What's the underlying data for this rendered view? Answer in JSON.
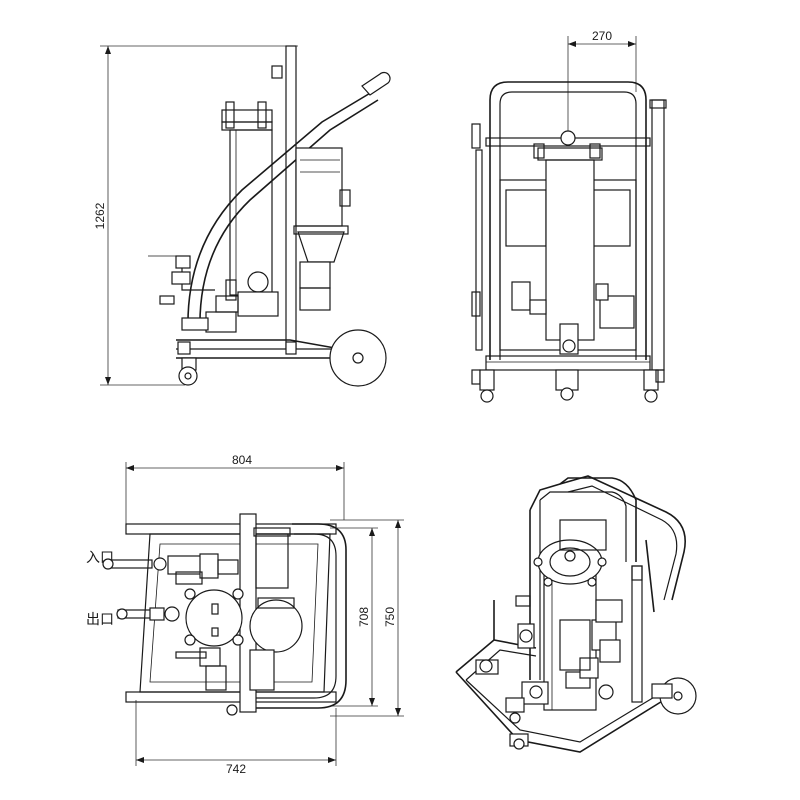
{
  "dimensions": {
    "side_height": "1262",
    "front_spacing": "270",
    "top_total_width": "804",
    "top_total_depth": "750",
    "top_inner_depth": "708",
    "top_base_width": "742"
  },
  "labels": {
    "inlet": "入口",
    "outlet": "出口"
  }
}
